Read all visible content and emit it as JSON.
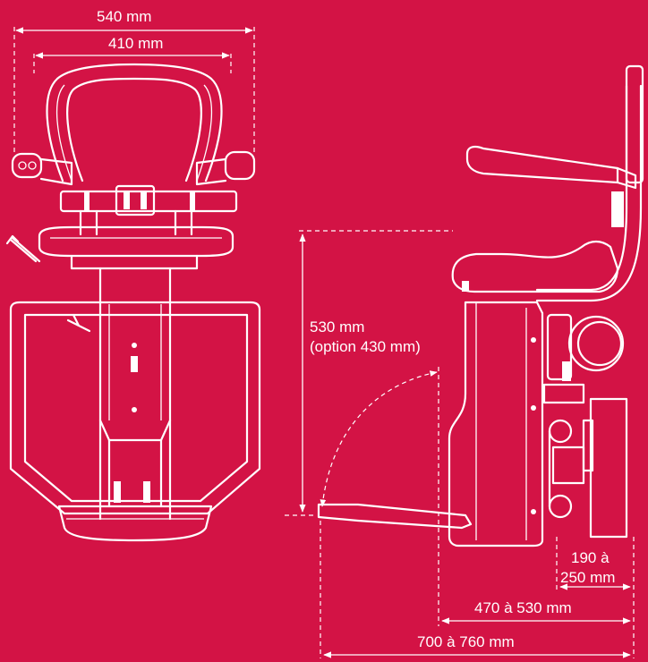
{
  "dimensions": {
    "overall_width": "540 mm",
    "inner_width": "410 mm",
    "seat_height": "530 mm",
    "seat_height_option": "(option 430 mm)",
    "rail_offset_a": "190 à",
    "rail_offset_b": "250 mm",
    "folded_depth": "470 à 530 mm",
    "unfolded_depth": "700 à 760 mm"
  },
  "colors": {
    "background": "#D31345",
    "line": "#FFFFFF"
  }
}
